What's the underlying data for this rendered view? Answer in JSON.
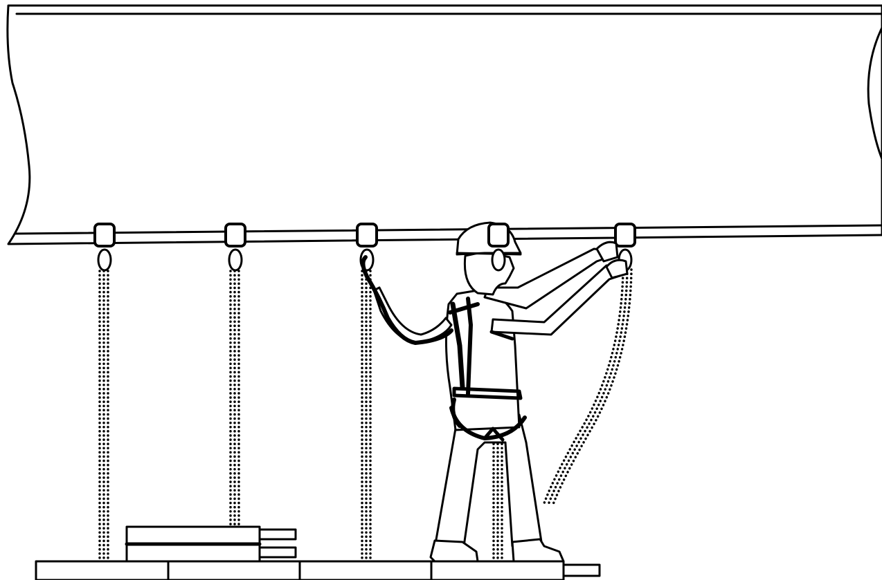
{
  "diagram": {
    "anchor_count": 5,
    "anchor_style": "square-eye-with-ring",
    "connected_anchor": 3,
    "colors": {
      "line": "#000000",
      "background": "#ffffff"
    }
  }
}
